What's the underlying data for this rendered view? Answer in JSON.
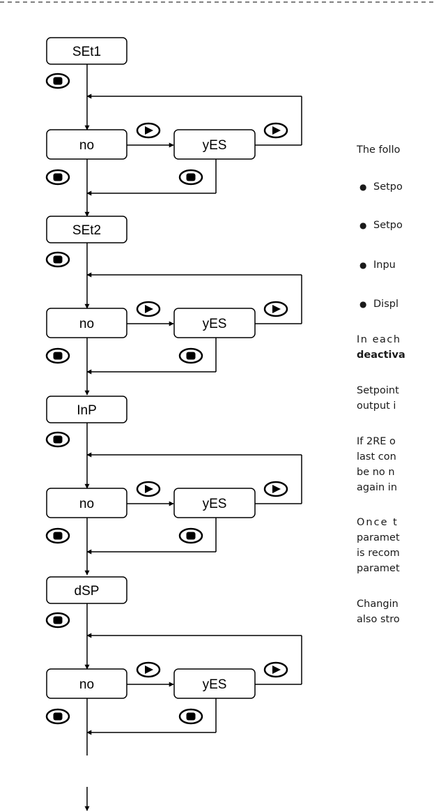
{
  "diagram": {
    "blocks": [
      {
        "title": "SEt1",
        "no_label": "no",
        "yes_label": "yES"
      },
      {
        "title": "SEt2",
        "no_label": "no",
        "yes_label": "yES"
      },
      {
        "title": "InP",
        "no_label": "no",
        "yes_label": "yES"
      },
      {
        "title": "dSP",
        "no_label": "no",
        "yes_label": "yES"
      }
    ],
    "icons": {
      "enter": "stop-button-icon",
      "next": "play-button-icon"
    }
  },
  "text": {
    "intro": "The follo",
    "bullets": [
      "Setpo",
      "Setpo",
      "Inpu",
      "Displ"
    ],
    "p1_line1": "In each",
    "p1_line2": "deactiva",
    "p2_line1": "Setpoint",
    "p2_line2": "output i",
    "p3_line1": "If 2RE o",
    "p3_line2": "last con",
    "p3_line3": "be no n",
    "p3_line4": "again in",
    "p4_line1": "Once t",
    "p4_line2": "paramet",
    "p4_line3": "is recom",
    "p4_line4": "paramet",
    "p5_line1": "Changin",
    "p5_line2": "also stro"
  }
}
